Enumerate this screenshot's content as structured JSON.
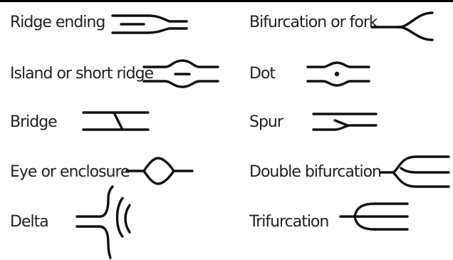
{
  "items": [
    {
      "label": "Ridge ending"
    },
    {
      "label": "Bifurcation or fork"
    },
    {
      "label": "Island or short ridge"
    },
    {
      "label": "Dot"
    },
    {
      "label": "Bridge"
    },
    {
      "label": "Spur"
    },
    {
      "label": "Eye or enclosure"
    },
    {
      "label": "Double bifurcation"
    },
    {
      "label": "Delta"
    },
    {
      "label": "Trifurcation"
    }
  ]
}
